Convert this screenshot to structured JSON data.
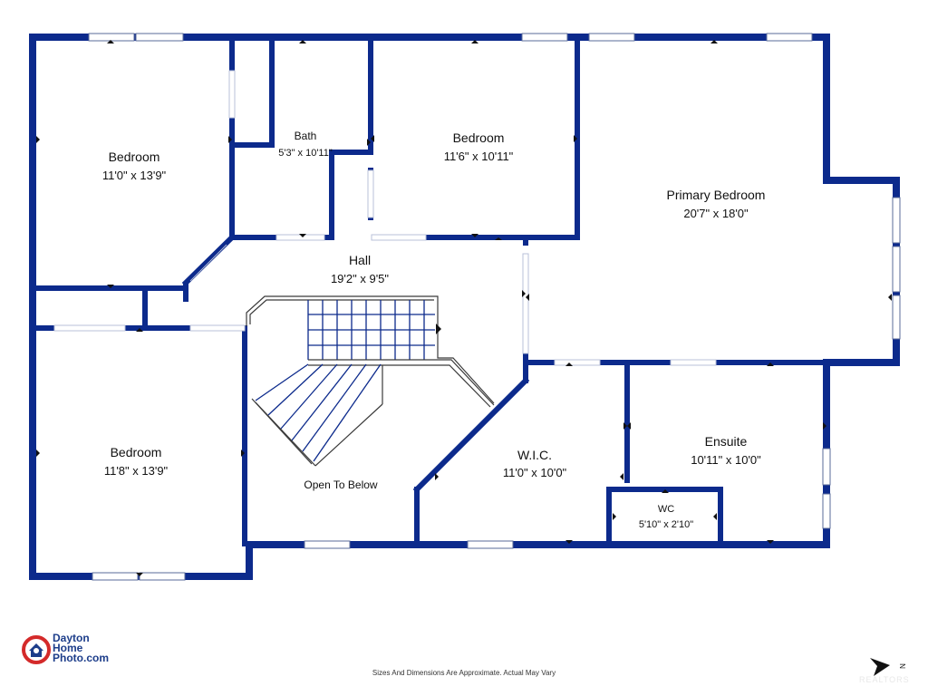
{
  "rooms": {
    "bedroom_nw": {
      "name": "Bedroom",
      "dims": "11'0\" x 13'9\""
    },
    "bath": {
      "name": "Bath",
      "dims": "5'3\" x 10'11\""
    },
    "bedroom_n": {
      "name": "Bedroom",
      "dims": "11'6\" x 10'11\""
    },
    "primary": {
      "name": "Primary Bedroom",
      "dims": "20'7\" x 18'0\""
    },
    "hall": {
      "name": "Hall",
      "dims": "19'2\" x 9'5\""
    },
    "bedroom_sw": {
      "name": "Bedroom",
      "dims": "11'8\" x 13'9\""
    },
    "open_below": {
      "name": "Open To Below"
    },
    "wic": {
      "name": "W.I.C.",
      "dims": "11'0\" x 10'0\""
    },
    "ensuite": {
      "name": "Ensuite",
      "dims": "10'11\" x 10'0\""
    },
    "wc": {
      "name": "WC",
      "dims": "5'10\" x 2'10\""
    }
  },
  "logo": {
    "line1": "Dayton",
    "line2": "Home",
    "line3": "Photo.com"
  },
  "disclaimer": "Sizes And Dimensions Are Approximate. Actual May Vary",
  "compass": {
    "label": "N"
  },
  "watermark": "REALTORS",
  "colors": {
    "wall": "#0c2a8c",
    "logo": "#1c3d8a",
    "logo_red": "#d42a2a"
  }
}
